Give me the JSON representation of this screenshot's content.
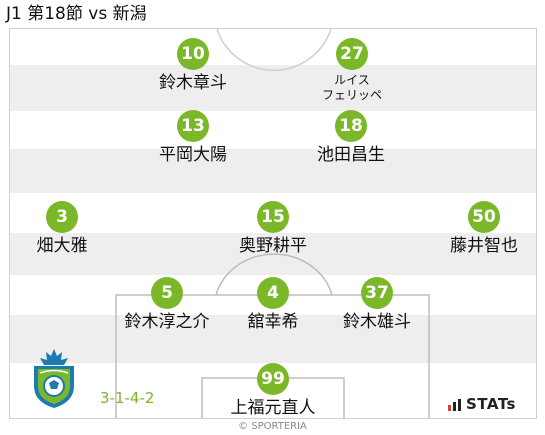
{
  "title": "J1 第18節 vs 新潟",
  "formation": "3-1-4-2",
  "brand": "STATs",
  "credit": "© SPORTERIA",
  "colors": {
    "accent": "#7ab829",
    "stripe": "#eeeeee",
    "line": "#cfcfcf"
  },
  "logo_icon": "shonan-bellmare-crest-icon",
  "players": [
    {
      "number": "10",
      "name": "鈴木章斗"
    },
    {
      "number": "27",
      "name": "ルイス\nフェリッペ"
    },
    {
      "number": "13",
      "name": "平岡大陽"
    },
    {
      "number": "18",
      "name": "池田昌生"
    },
    {
      "number": "3",
      "name": "畑大雅"
    },
    {
      "number": "15",
      "name": "奥野耕平"
    },
    {
      "number": "50",
      "name": "藤井智也"
    },
    {
      "number": "5",
      "name": "鈴木淳之介"
    },
    {
      "number": "4",
      "name": "舘幸希"
    },
    {
      "number": "37",
      "name": "鈴木雄斗"
    },
    {
      "number": "99",
      "name": "上福元直人"
    }
  ]
}
